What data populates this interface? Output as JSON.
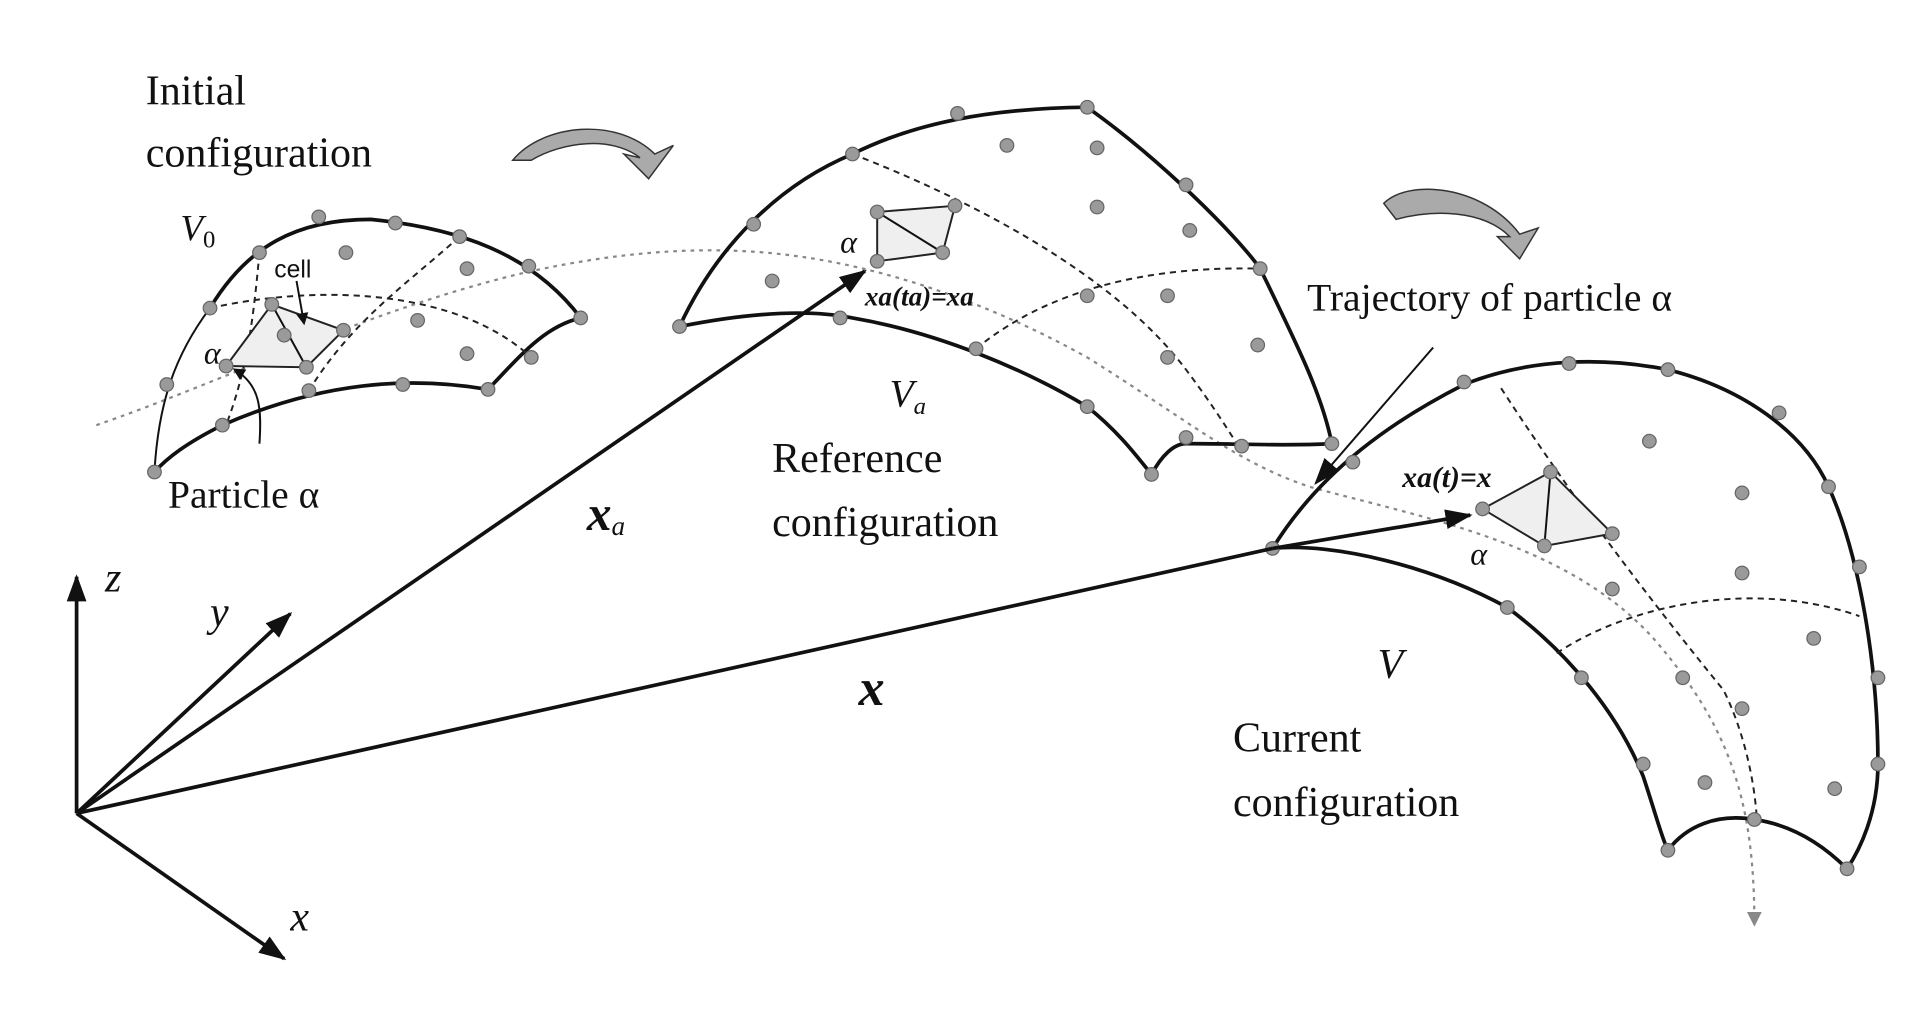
{
  "labels": {
    "initial": [
      "Initial",
      "configuration"
    ],
    "v0": "V",
    "v0_sub": "0",
    "cell": "cell",
    "alpha": "α",
    "particle": "Particle α",
    "xa": "x",
    "xa_sub": "a",
    "xa_ta": "xa(ta)=xa",
    "va": "V",
    "va_sub": "a",
    "reference": [
      "Reference",
      "configuration"
    ],
    "trajectory": "Trajectory of particle α",
    "xa_t": "xa(t)=x",
    "v": "V",
    "current": [
      "Current",
      "configuration"
    ],
    "x": "x",
    "axis_x": "x",
    "axis_y": "y",
    "axis_z": "z"
  }
}
